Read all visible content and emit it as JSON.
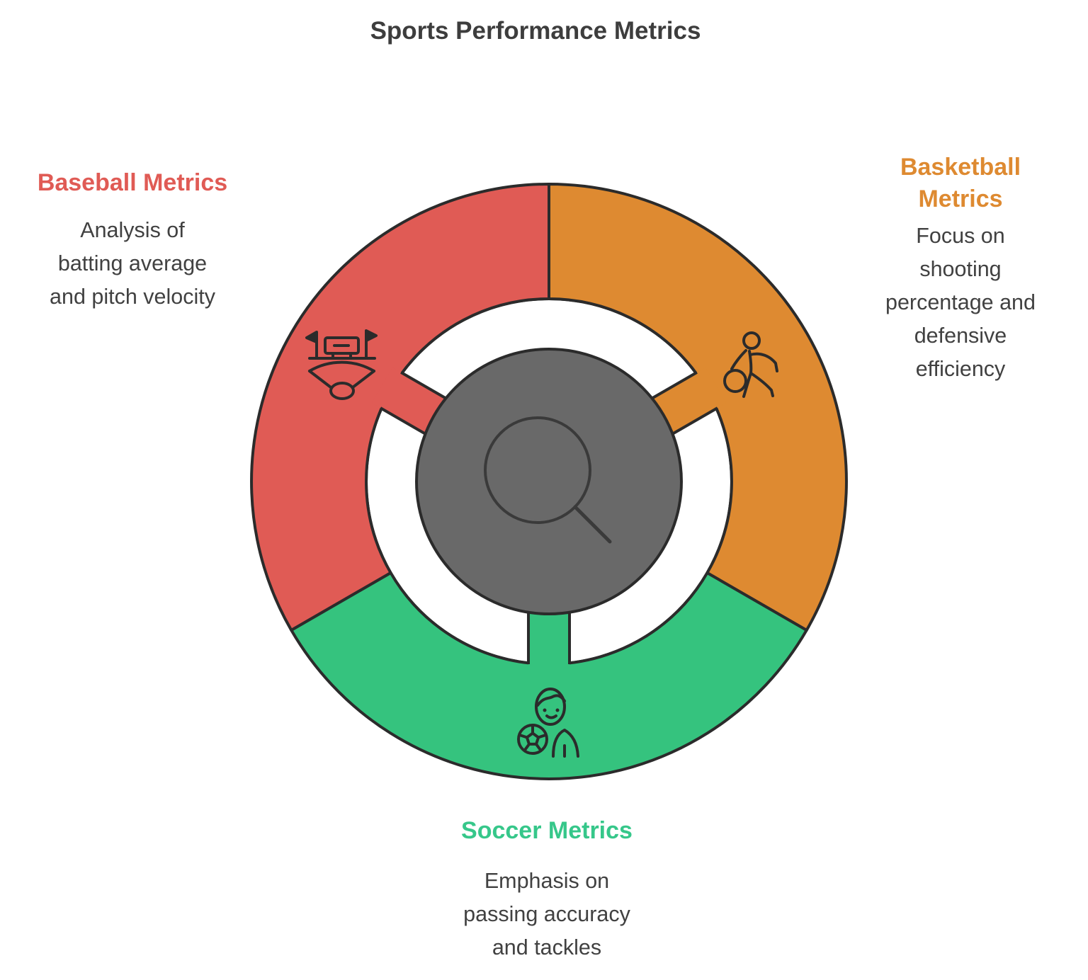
{
  "title": "Sports Performance Metrics",
  "palette": {
    "baseball_red": "#E05B55",
    "basketball_orange": "#DE8A31",
    "soccer_green": "#35C37E",
    "soccer_label_green": "#36C78A",
    "center_gray": "#696969",
    "outline": "#2B2B2B",
    "body_text": "#414141",
    "title_text": "#3D3D3D",
    "ring_white": "#FFFFFF"
  },
  "segments": [
    {
      "id": "baseball",
      "label": "Baseball Metrics",
      "icon": "baseball-field-icon",
      "desc_lines": [
        "Analysis of",
        "batting average",
        "and pitch velocity"
      ]
    },
    {
      "id": "basketball",
      "label": "Basketball Metrics",
      "label_lines": [
        "Basketball",
        "Metrics"
      ],
      "icon": "basketball-player-icon",
      "desc_lines": [
        "Focus on",
        "shooting",
        "percentage and",
        "defensive",
        "efficiency"
      ]
    },
    {
      "id": "soccer",
      "label": "Soccer Metrics",
      "icon": "soccer-player-icon",
      "desc_lines": [
        "Emphasis on",
        "passing accuracy",
        "and tackles"
      ]
    }
  ],
  "center": {
    "icon": "magnifier-icon"
  }
}
